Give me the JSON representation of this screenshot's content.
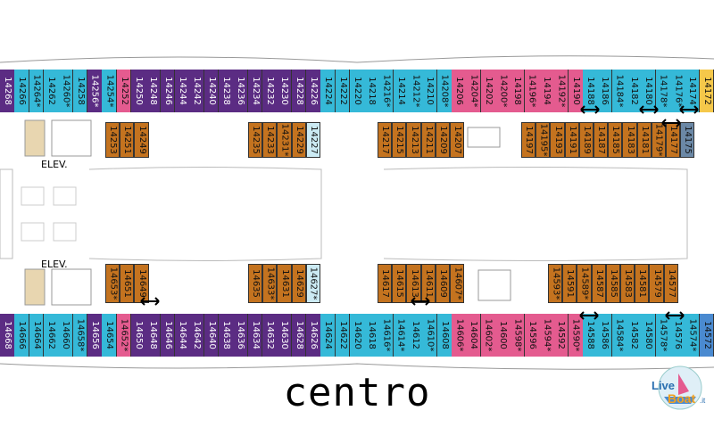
{
  "title": "centro",
  "labels": {
    "elev_top": "ELEV.",
    "elev_bottom": "ELEV."
  },
  "logo": {
    "text1": "Live",
    "text2": "Boat",
    "suffix": ".it"
  },
  "colors": {
    "purple": "#5b2c83",
    "cyan": "#35b9d8",
    "pink": "#e45b8f",
    "orange": "#c4731f",
    "lightblue": "#cbeaf3",
    "yellow": "#f5c84a",
    "blue": "#4a8ad0",
    "steel": "#6b88a6"
  },
  "top_row": [
    {
      "n": "14268",
      "c": "purple"
    },
    {
      "n": "14266",
      "c": "cyan"
    },
    {
      "n": "14264*",
      "c": "cyan"
    },
    {
      "n": "14262",
      "c": "cyan"
    },
    {
      "n": "14260*",
      "c": "cyan"
    },
    {
      "n": "14258",
      "c": "cyan"
    },
    {
      "n": "14256*",
      "c": "purple"
    },
    {
      "n": "14254*",
      "c": "cyan"
    },
    {
      "n": "14252",
      "c": "pink"
    },
    {
      "n": "14250",
      "c": "purple"
    },
    {
      "n": "14248",
      "c": "purple"
    },
    {
      "n": "14246",
      "c": "purple"
    },
    {
      "n": "14244",
      "c": "purple"
    },
    {
      "n": "14242",
      "c": "purple"
    },
    {
      "n": "14240",
      "c": "purple"
    },
    {
      "n": "14238",
      "c": "purple"
    },
    {
      "n": "14236",
      "c": "purple"
    },
    {
      "n": "14234",
      "c": "purple"
    },
    {
      "n": "14232",
      "c": "purple"
    },
    {
      "n": "14230",
      "c": "purple"
    },
    {
      "n": "14228",
      "c": "purple"
    },
    {
      "n": "14226",
      "c": "purple"
    },
    {
      "n": "14224",
      "c": "cyan"
    },
    {
      "n": "14222",
      "c": "cyan"
    },
    {
      "n": "14220",
      "c": "cyan"
    },
    {
      "n": "14218",
      "c": "cyan"
    },
    {
      "n": "14216*",
      "c": "cyan"
    },
    {
      "n": "14214",
      "c": "cyan"
    },
    {
      "n": "14212*",
      "c": "cyan"
    },
    {
      "n": "14210",
      "c": "cyan"
    },
    {
      "n": "14208*",
      "c": "cyan"
    },
    {
      "n": "14206",
      "c": "pink"
    },
    {
      "n": "14204*",
      "c": "pink"
    },
    {
      "n": "14202",
      "c": "pink"
    },
    {
      "n": "14200*",
      "c": "pink"
    },
    {
      "n": "14198",
      "c": "pink"
    },
    {
      "n": "14196*",
      "c": "pink"
    },
    {
      "n": "14194",
      "c": "pink"
    },
    {
      "n": "14192*",
      "c": "pink"
    },
    {
      "n": "14190",
      "c": "pink"
    },
    {
      "n": "14188",
      "c": "cyan"
    },
    {
      "n": "14186",
      "c": "cyan"
    },
    {
      "n": "14184*",
      "c": "cyan"
    },
    {
      "n": "14182",
      "c": "cyan"
    },
    {
      "n": "14180",
      "c": "cyan"
    },
    {
      "n": "14178*",
      "c": "cyan"
    },
    {
      "n": "14176*",
      "c": "cyan"
    },
    {
      "n": "14174",
      "c": "cyan"
    },
    {
      "n": "14172",
      "c": "yellow"
    }
  ],
  "bottom_row": [
    {
      "n": "14668",
      "c": "purple"
    },
    {
      "n": "14666",
      "c": "cyan"
    },
    {
      "n": "14664",
      "c": "cyan"
    },
    {
      "n": "14662",
      "c": "cyan"
    },
    {
      "n": "14660",
      "c": "cyan"
    },
    {
      "n": "14658*",
      "c": "cyan"
    },
    {
      "n": "14656",
      "c": "purple"
    },
    {
      "n": "14654",
      "c": "cyan"
    },
    {
      "n": "14652*",
      "c": "pink"
    },
    {
      "n": "14650",
      "c": "purple"
    },
    {
      "n": "14648",
      "c": "purple"
    },
    {
      "n": "14646",
      "c": "purple"
    },
    {
      "n": "14644",
      "c": "purple"
    },
    {
      "n": "14642",
      "c": "purple"
    },
    {
      "n": "14640",
      "c": "purple"
    },
    {
      "n": "14638",
      "c": "purple"
    },
    {
      "n": "14636",
      "c": "purple"
    },
    {
      "n": "14634",
      "c": "purple"
    },
    {
      "n": "14632",
      "c": "purple"
    },
    {
      "n": "14630",
      "c": "purple"
    },
    {
      "n": "14628",
      "c": "purple"
    },
    {
      "n": "14626",
      "c": "purple"
    },
    {
      "n": "14624",
      "c": "cyan"
    },
    {
      "n": "14622",
      "c": "cyan"
    },
    {
      "n": "14620",
      "c": "cyan"
    },
    {
      "n": "14618",
      "c": "cyan"
    },
    {
      "n": "14616*",
      "c": "cyan"
    },
    {
      "n": "14614*",
      "c": "cyan"
    },
    {
      "n": "14612",
      "c": "cyan"
    },
    {
      "n": "14610*",
      "c": "cyan"
    },
    {
      "n": "14608",
      "c": "cyan"
    },
    {
      "n": "14606*",
      "c": "pink"
    },
    {
      "n": "14604",
      "c": "pink"
    },
    {
      "n": "14602*",
      "c": "pink"
    },
    {
      "n": "14600",
      "c": "pink"
    },
    {
      "n": "14598*",
      "c": "pink"
    },
    {
      "n": "14596",
      "c": "pink"
    },
    {
      "n": "14594*",
      "c": "pink"
    },
    {
      "n": "14592",
      "c": "pink"
    },
    {
      "n": "14590*",
      "c": "pink"
    },
    {
      "n": "14588",
      "c": "cyan"
    },
    {
      "n": "14586",
      "c": "cyan"
    },
    {
      "n": "14584*",
      "c": "cyan"
    },
    {
      "n": "14582",
      "c": "cyan"
    },
    {
      "n": "14580",
      "c": "cyan"
    },
    {
      "n": "14578*",
      "c": "cyan"
    },
    {
      "n": "14576",
      "c": "cyan"
    },
    {
      "n": "14574*",
      "c": "cyan"
    },
    {
      "n": "14572",
      "c": "blue"
    }
  ],
  "inner_top_groups": [
    [
      {
        "n": "14253",
        "c": "orange"
      },
      {
        "n": "14251",
        "c": "orange"
      },
      {
        "n": "14249",
        "c": "orange"
      }
    ],
    [
      {
        "n": "14235",
        "c": "orange"
      },
      {
        "n": "14233",
        "c": "orange"
      },
      {
        "n": "14231*",
        "c": "orange"
      },
      {
        "n": "14229",
        "c": "orange"
      },
      {
        "n": "14227",
        "c": "lightblue"
      }
    ],
    [
      {
        "n": "14217",
        "c": "orange"
      },
      {
        "n": "14215",
        "c": "orange"
      },
      {
        "n": "14213",
        "c": "orange"
      },
      {
        "n": "14211",
        "c": "orange"
      },
      {
        "n": "14209",
        "c": "orange"
      },
      {
        "n": "14207",
        "c": "orange"
      }
    ],
    [
      {
        "n": "14197",
        "c": "orange"
      },
      {
        "n": "14195*",
        "c": "orange"
      },
      {
        "n": "14193",
        "c": "orange"
      },
      {
        "n": "14191",
        "c": "orange"
      },
      {
        "n": "14189",
        "c": "orange"
      },
      {
        "n": "14187",
        "c": "orange"
      },
      {
        "n": "14185",
        "c": "orange"
      },
      {
        "n": "14183",
        "c": "orange"
      },
      {
        "n": "14181",
        "c": "orange"
      },
      {
        "n": "14179*",
        "c": "orange"
      },
      {
        "n": "14177",
        "c": "orange"
      },
      {
        "n": "14175",
        "c": "steel"
      }
    ]
  ],
  "inner_bottom_groups": [
    [
      {
        "n": "14653*",
        "c": "orange"
      },
      {
        "n": "14651",
        "c": "orange"
      },
      {
        "n": "14649",
        "c": "orange"
      }
    ],
    [
      {
        "n": "14635",
        "c": "orange"
      },
      {
        "n": "14633*",
        "c": "orange"
      },
      {
        "n": "14631",
        "c": "orange"
      },
      {
        "n": "14629",
        "c": "orange"
      },
      {
        "n": "14627*",
        "c": "lightblue"
      }
    ],
    [
      {
        "n": "14617",
        "c": "orange"
      },
      {
        "n": "14615",
        "c": "orange"
      },
      {
        "n": "14613",
        "c": "orange"
      },
      {
        "n": "14611",
        "c": "orange"
      },
      {
        "n": "14609",
        "c": "orange"
      },
      {
        "n": "14607*",
        "c": "orange"
      }
    ],
    [
      {
        "n": "14593*",
        "c": "orange"
      },
      {
        "n": "14591",
        "c": "orange"
      },
      {
        "n": "14589*",
        "c": "orange"
      },
      {
        "n": "14587",
        "c": "orange"
      },
      {
        "n": "14585",
        "c": "orange"
      },
      {
        "n": "14583",
        "c": "orange"
      },
      {
        "n": "14581",
        "c": "orange"
      },
      {
        "n": "14579",
        "c": "orange"
      },
      {
        "n": "14577",
        "c": "orange"
      }
    ]
  ]
}
